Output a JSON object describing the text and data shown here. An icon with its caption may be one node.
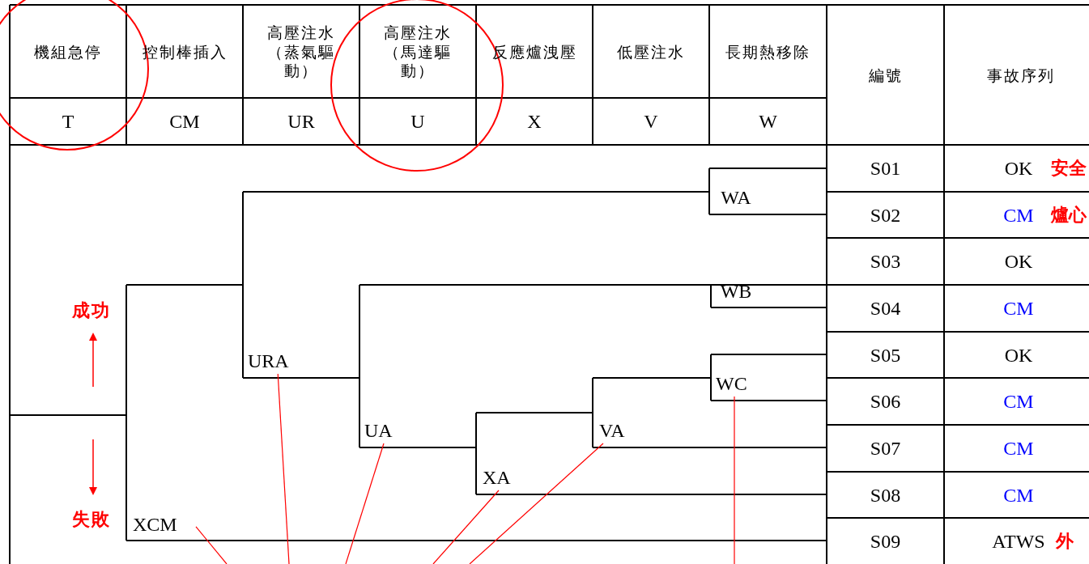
{
  "diagram": {
    "nodes": [
      {
        "text": [
          "XCM"
        ]
      },
      {
        "text": [
          "URA"
        ]
      },
      {
        "text": [
          "UA"
        ]
      },
      {
        "text": [
          "XA"
        ]
      },
      {
        "text": [
          "VA"
        ]
      },
      {
        "text": [
          "WC"
        ]
      }
    ],
    "edges": [
      {
        "from": 0,
        "to": null,
        "arrow": "none",
        "color": "#ff0000"
      },
      {
        "from": 1,
        "to": null,
        "arrow": "none",
        "color": "#ff0000"
      },
      {
        "from": 2,
        "to": null,
        "arrow": "none",
        "color": "#ff0000"
      },
      {
        "from": 3,
        "to": null,
        "arrow": "none",
        "color": "#ff0000"
      },
      {
        "from": 4,
        "to": null,
        "arrow": "none",
        "color": "#ff0000"
      },
      {
        "from": 5,
        "to": null,
        "arrow": "none",
        "color": "#ff0000"
      }
    ],
    "labels": [
      "機組急停",
      "控制棒插入",
      "高壓注水（蒸氣驅動）",
      "高壓注水（馬達驅動）",
      "反應爐洩壓",
      "低壓注水",
      "長期熱移除",
      "編號",
      "事故序列",
      "T",
      "CM",
      "UR",
      "U",
      "X",
      "V",
      "W",
      "S01",
      "OK",
      "安全",
      "S02",
      "CM",
      "爐心",
      "S03",
      "OK",
      "S04",
      "CM",
      "S05",
      "OK",
      "S06",
      "CM",
      "S07",
      "CM",
      "S08",
      "CM",
      "S09",
      "ATWS",
      "外",
      "WA",
      "WB",
      "成功",
      "失敗"
    ]
  }
}
